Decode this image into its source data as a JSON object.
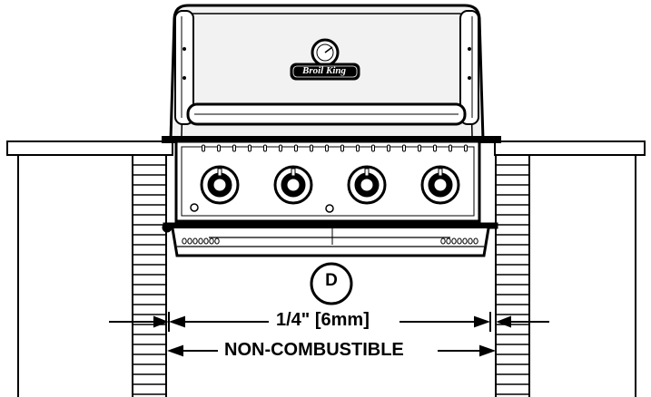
{
  "diagram": {
    "brand": "Broil King",
    "callout": "D",
    "gap_dimension": "1/4\" [6mm]",
    "clearance_label": "NON-COMBUSTIBLE",
    "knob_count": 4
  },
  "colors": {
    "line": "#000000",
    "background": "#ffffff",
    "lid": "#f2f2f2"
  }
}
